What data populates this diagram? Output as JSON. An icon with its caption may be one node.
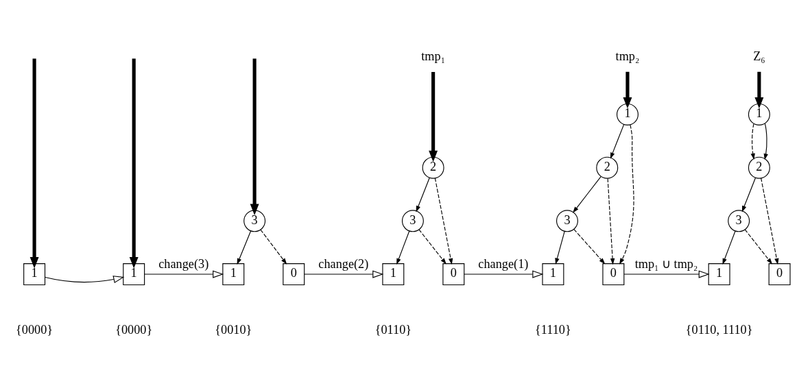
{
  "diagram": {
    "nodes": [
      {
        "text": [
          "1"
        ],
        "beside": [
          "{0000}"
        ]
      },
      {
        "text": [
          "1"
        ],
        "beside": [
          "{0000}"
        ]
      },
      {
        "text": [
          "3"
        ]
      },
      {
        "text": [
          "1"
        ],
        "beside": [
          "{0010}"
        ]
      },
      {
        "text": [
          "0"
        ]
      },
      {
        "text": [
          "tmp₁"
        ]
      },
      {
        "text": [
          "2"
        ]
      },
      {
        "text": [
          "3"
        ]
      },
      {
        "text": [
          "1"
        ],
        "beside": [
          "{0110}"
        ]
      },
      {
        "text": [
          "0"
        ]
      },
      {
        "text": [
          "tmp₂"
        ]
      },
      {
        "text": [
          "1"
        ]
      },
      {
        "text": [
          "2"
        ]
      },
      {
        "text": [
          "3"
        ]
      },
      {
        "text": [
          "1"
        ],
        "beside": [
          "{1110}"
        ]
      },
      {
        "text": [
          "0"
        ]
      },
      {
        "text": [
          "Z₆"
        ]
      },
      {
        "text": [
          "1"
        ]
      },
      {
        "text": [
          "2"
        ]
      },
      {
        "text": [
          "3"
        ]
      },
      {
        "text": [
          "1"
        ],
        "beside": [
          "{0110, 1110}"
        ]
      },
      {
        "text": [
          "0"
        ]
      }
    ],
    "edges": [
      {
        "from": null,
        "to": 0,
        "arrow": "to",
        "style": "thick"
      },
      {
        "from": null,
        "to": 1,
        "arrow": "to",
        "style": "thick"
      },
      {
        "from": null,
        "to": 2,
        "arrow": "to",
        "style": "thick"
      },
      {
        "from": 2,
        "to": 3,
        "arrow": "to"
      },
      {
        "from": 2,
        "to": 4,
        "arrow": "to",
        "style": "dashed"
      },
      {
        "from": 5,
        "to": 6,
        "arrow": "to",
        "style": "thick"
      },
      {
        "from": 6,
        "to": 7,
        "arrow": "to"
      },
      {
        "from": 6,
        "to": 9,
        "arrow": "to",
        "style": "dashed"
      },
      {
        "from": 7,
        "to": 8,
        "arrow": "to"
      },
      {
        "from": 7,
        "to": 9,
        "arrow": "to",
        "style": "dashed"
      },
      {
        "from": 10,
        "to": 11,
        "arrow": "to",
        "style": "thick"
      },
      {
        "from": 11,
        "to": 12,
        "arrow": "to"
      },
      {
        "from": 11,
        "to": 15,
        "arrow": "to",
        "style": "dashed"
      },
      {
        "from": 12,
        "to": 13,
        "arrow": "to"
      },
      {
        "from": 12,
        "to": 15,
        "arrow": "to",
        "style": "dashed"
      },
      {
        "from": 13,
        "to": 14,
        "arrow": "to"
      },
      {
        "from": 13,
        "to": 15,
        "arrow": "to",
        "style": "dashed"
      },
      {
        "from": 16,
        "to": 17,
        "arrow": "to",
        "style": "thick"
      },
      {
        "from": 17,
        "to": 18,
        "arrow": "to",
        "style": "dashed"
      },
      {
        "from": 17,
        "to": 18,
        "arrow": "to"
      },
      {
        "from": 18,
        "to": 19,
        "arrow": "to"
      },
      {
        "from": 18,
        "to": 21,
        "arrow": "to",
        "style": "dashed"
      },
      {
        "from": 19,
        "to": 20,
        "arrow": "to"
      },
      {
        "from": 19,
        "to": 21,
        "arrow": "to",
        "style": "dashed"
      },
      {
        "from": 0,
        "to": 1,
        "arrow": "to"
      },
      {
        "from": 1,
        "to": 3,
        "arrow": "to",
        "label": "change(3)"
      },
      {
        "from": 4,
        "to": 8,
        "arrow": "to",
        "label": "change(2)"
      },
      {
        "from": 9,
        "to": 14,
        "arrow": "to",
        "label": "change(1)"
      },
      {
        "from": 15,
        "to": 20,
        "arrow": "to",
        "label": "tmp₁ ∪ tmp₂"
      }
    ]
  }
}
